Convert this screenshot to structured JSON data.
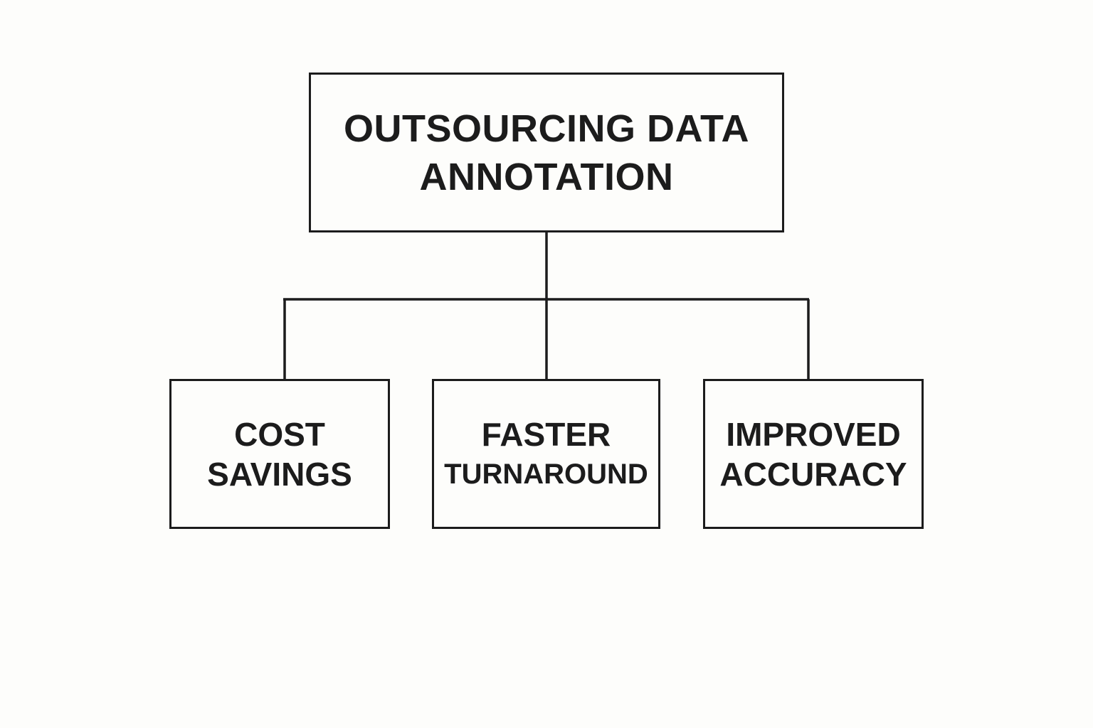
{
  "diagram": {
    "root": {
      "lines": [
        "OUTSOURCING DATA",
        "ANNOTATION"
      ]
    },
    "children": [
      {
        "lines": [
          "COST",
          "SAVINGS"
        ]
      },
      {
        "lines": [
          "FASTER",
          "TURNAROUND"
        ]
      },
      {
        "lines": [
          "IMPROVED",
          "ACCURACY"
        ]
      }
    ]
  }
}
